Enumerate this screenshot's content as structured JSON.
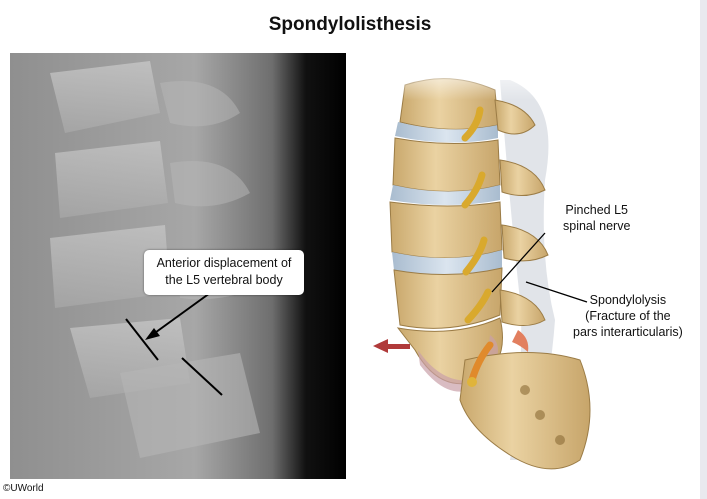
{
  "title": "Spondylolisthesis",
  "xray_callout": {
    "line1": "Anterior displacement of",
    "line2": "the L5 vertebral body"
  },
  "labels": {
    "nerve_line1": "Pinched L5",
    "nerve_line2": "spinal nerve",
    "spondylolysis_line1": "Spondylolysis",
    "spondylolysis_line2": "(Fracture of the",
    "spondylolysis_line3": "pars interarticularis)"
  },
  "copyright": "©UWorld",
  "colors": {
    "bone": "#e3c996",
    "bone_shadow": "#b99a62",
    "disc": "#c9d6e4",
    "nerve": "#e0b43a",
    "fracture": "#e27f5f",
    "arrow": "#b03a3a"
  }
}
